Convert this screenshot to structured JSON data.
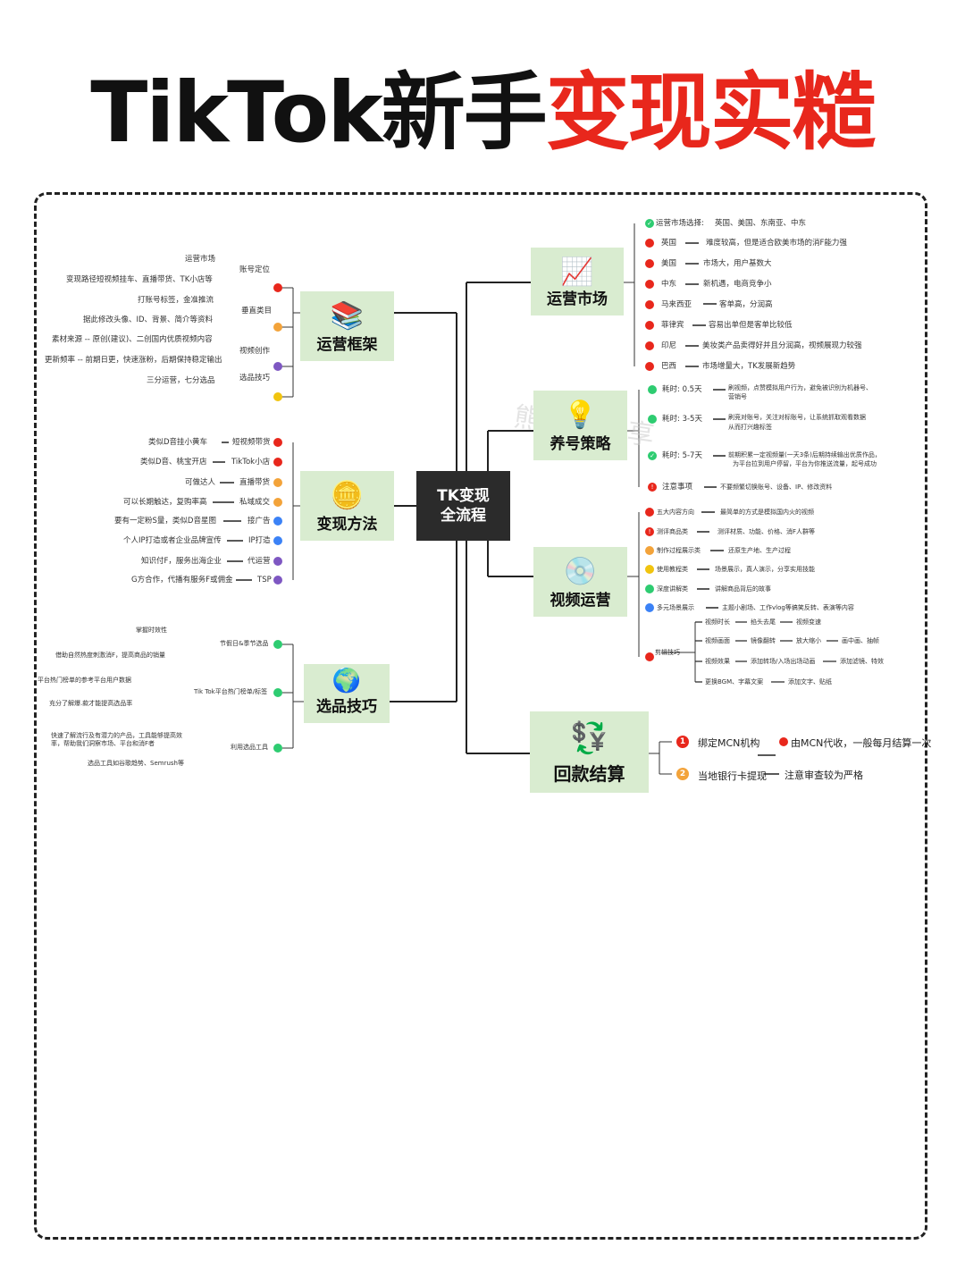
{
  "title": {
    "part1": "TikTok新手",
    "part2": "变现实糙"
  },
  "center": {
    "line1": "TK变现",
    "line2": "全流程"
  },
  "watermark": "熊熊TK分享",
  "categories": {
    "operation_framework": {
      "label": "运营框架",
      "icon": "books-icon",
      "groups": [
        {
          "label": "账号定位",
          "items": [
            "运营市场",
            "变现路径短视频挂车、直播带货、TK小店等",
            "打账号标签，金准推流"
          ]
        },
        {
          "label": "垂直类目",
          "items": [
            "据此修改头像、ID、背景、简介等资料",
            "素材来源 -- 原创(建议)、二创国内优质视频内容"
          ]
        },
        {
          "label": "视频创作",
          "items": [
            "更新频率 -- 前期日更，快速涨粉，后期保持稳定输出"
          ]
        },
        {
          "label": "选品技巧",
          "items": [
            "三分运营，七分选品"
          ]
        }
      ]
    },
    "monetization": {
      "label": "变现方法",
      "icon": "gold-coin-icon",
      "rows": [
        {
          "desc": "类似D音挂小黄车",
          "method": "短视频带货"
        },
        {
          "desc": "类似D音、桃宝开店",
          "method": "TikTok小店"
        },
        {
          "desc": "可做达人",
          "method": "直播带货"
        },
        {
          "desc": "可以长期触达，复购率高",
          "method": "私域成交"
        },
        {
          "desc": "要有一定粉S量，类似D音星图",
          "method": "接广告"
        },
        {
          "desc": "个人IP打造或者企业品牌宣传",
          "method": "IP打造"
        },
        {
          "desc": "知识付F，服务出海企业",
          "method": "代运营"
        },
        {
          "desc": "G方合作，代播有服务F或佣金",
          "method": "TSP"
        }
      ]
    },
    "product_selection": {
      "label": "选品技巧",
      "icon": "globe-icon",
      "groups": [
        {
          "label": "节假日&季节选品",
          "items": [
            "掌握时效性",
            "借助自然热度刺激消F，提高商品的销量"
          ]
        },
        {
          "label": "Tik Tok平台热门榜单/标签",
          "items": [
            "平台热门榜单的参考平台用户数据",
            "充分了解爆.款才能提高选品率"
          ]
        },
        {
          "label": "利用选品工具",
          "items": [
            "快速了解流行及有潜力的产品，工具能够提高效率，帮助我们洞察市场、平台和消F者",
            "选品工具如谷歌趋势、Semrush等"
          ]
        }
      ]
    },
    "market": {
      "label": "运营市场",
      "icon": "chart-icon",
      "rows": [
        {
          "k": "运营市场选择:",
          "v": "英国、美国、东南亚、中东"
        },
        {
          "k": "英国",
          "v": "难度较高，但是适合欧美市场的消F能力强"
        },
        {
          "k": "美国",
          "v": "市场大，用户基数大"
        },
        {
          "k": "中东",
          "v": "新机遇，电商竞争小"
        },
        {
          "k": "马来西亚",
          "v": "客单高，分润高"
        },
        {
          "k": "菲律宾",
          "v": "容易出单但是客单比较低"
        },
        {
          "k": "印尼",
          "v": "美妆类产品卖得好并且分润高，视频展现力较强"
        },
        {
          "k": "巴西",
          "v": "市场增量大，TK发展新趋势"
        }
      ]
    },
    "account_nurturing": {
      "label": "养号策略",
      "icon": "lightbulb-icon",
      "rows": [
        {
          "k": "耗时: 0.5天",
          "v": [
            "刷视频，点赞模拟用户行为，避免被识别为机器号、",
            "营销号"
          ]
        },
        {
          "k": "耗时: 3-5天",
          "v": [
            "刷竞对账号，关注对标账号，让系统抓取观看数据",
            "从而打兴趣标签"
          ]
        },
        {
          "k": "耗时: 5-7天",
          "v": [
            "前期积累一定视频量(一天3条)后期持续输出优质作品，",
            "为平台拉到用户停留，平台为你推送流量，起号成功"
          ]
        },
        {
          "k": "注意事项",
          "v": [
            "不要频繁切换账号、设备、IP、修改资料"
          ]
        }
      ]
    },
    "video_operation": {
      "label": "视频运营",
      "icon": "disc-icon",
      "rows": [
        {
          "k": "五大内容方向",
          "v": "最简单的方式是模拟国内火的视频"
        },
        {
          "k": "测评商品类",
          "v": "测评材质、功能、价格、消F人群等"
        },
        {
          "k": "制作过程展示类",
          "v": "还原生产地、生产过程"
        },
        {
          "k": "使用教程类",
          "v": "场景展示，真人演示，分享实用技能"
        },
        {
          "k": "深度讲解类",
          "v": "讲解商品背后的故事"
        },
        {
          "k": "多元场景展示",
          "v": "主题小剧场、工作vlog等搞笑反转、表演等内容"
        }
      ],
      "editing": {
        "label": "剪辑技巧",
        "rows": [
          [
            "视频时长",
            "掐头去尾",
            "视频变速"
          ],
          [
            "视频画面",
            "镜像翻转",
            "放大缩小",
            "画中画、抽帧"
          ],
          [
            "视频效果",
            "添加转场/入场出场动画",
            "添加滤镜、特效"
          ],
          [
            "更换BGM、字幕文案",
            "添加文字、贴纸"
          ]
        ]
      }
    },
    "payment": {
      "label": "回款结算",
      "icon": "currency-exchange-icon",
      "rows": [
        {
          "n": "1",
          "k": "绑定MCN机构",
          "v": "由MCN代收，一般每月结算一次"
        },
        {
          "n": "2",
          "k": "当地银行卡提现",
          "v": "注意审查较为严格"
        }
      ]
    }
  },
  "colors": {
    "red": "#e8271c",
    "green": "#d9ecd0",
    "dark": "#2b2b2b",
    "orange": "#f3a33a"
  }
}
